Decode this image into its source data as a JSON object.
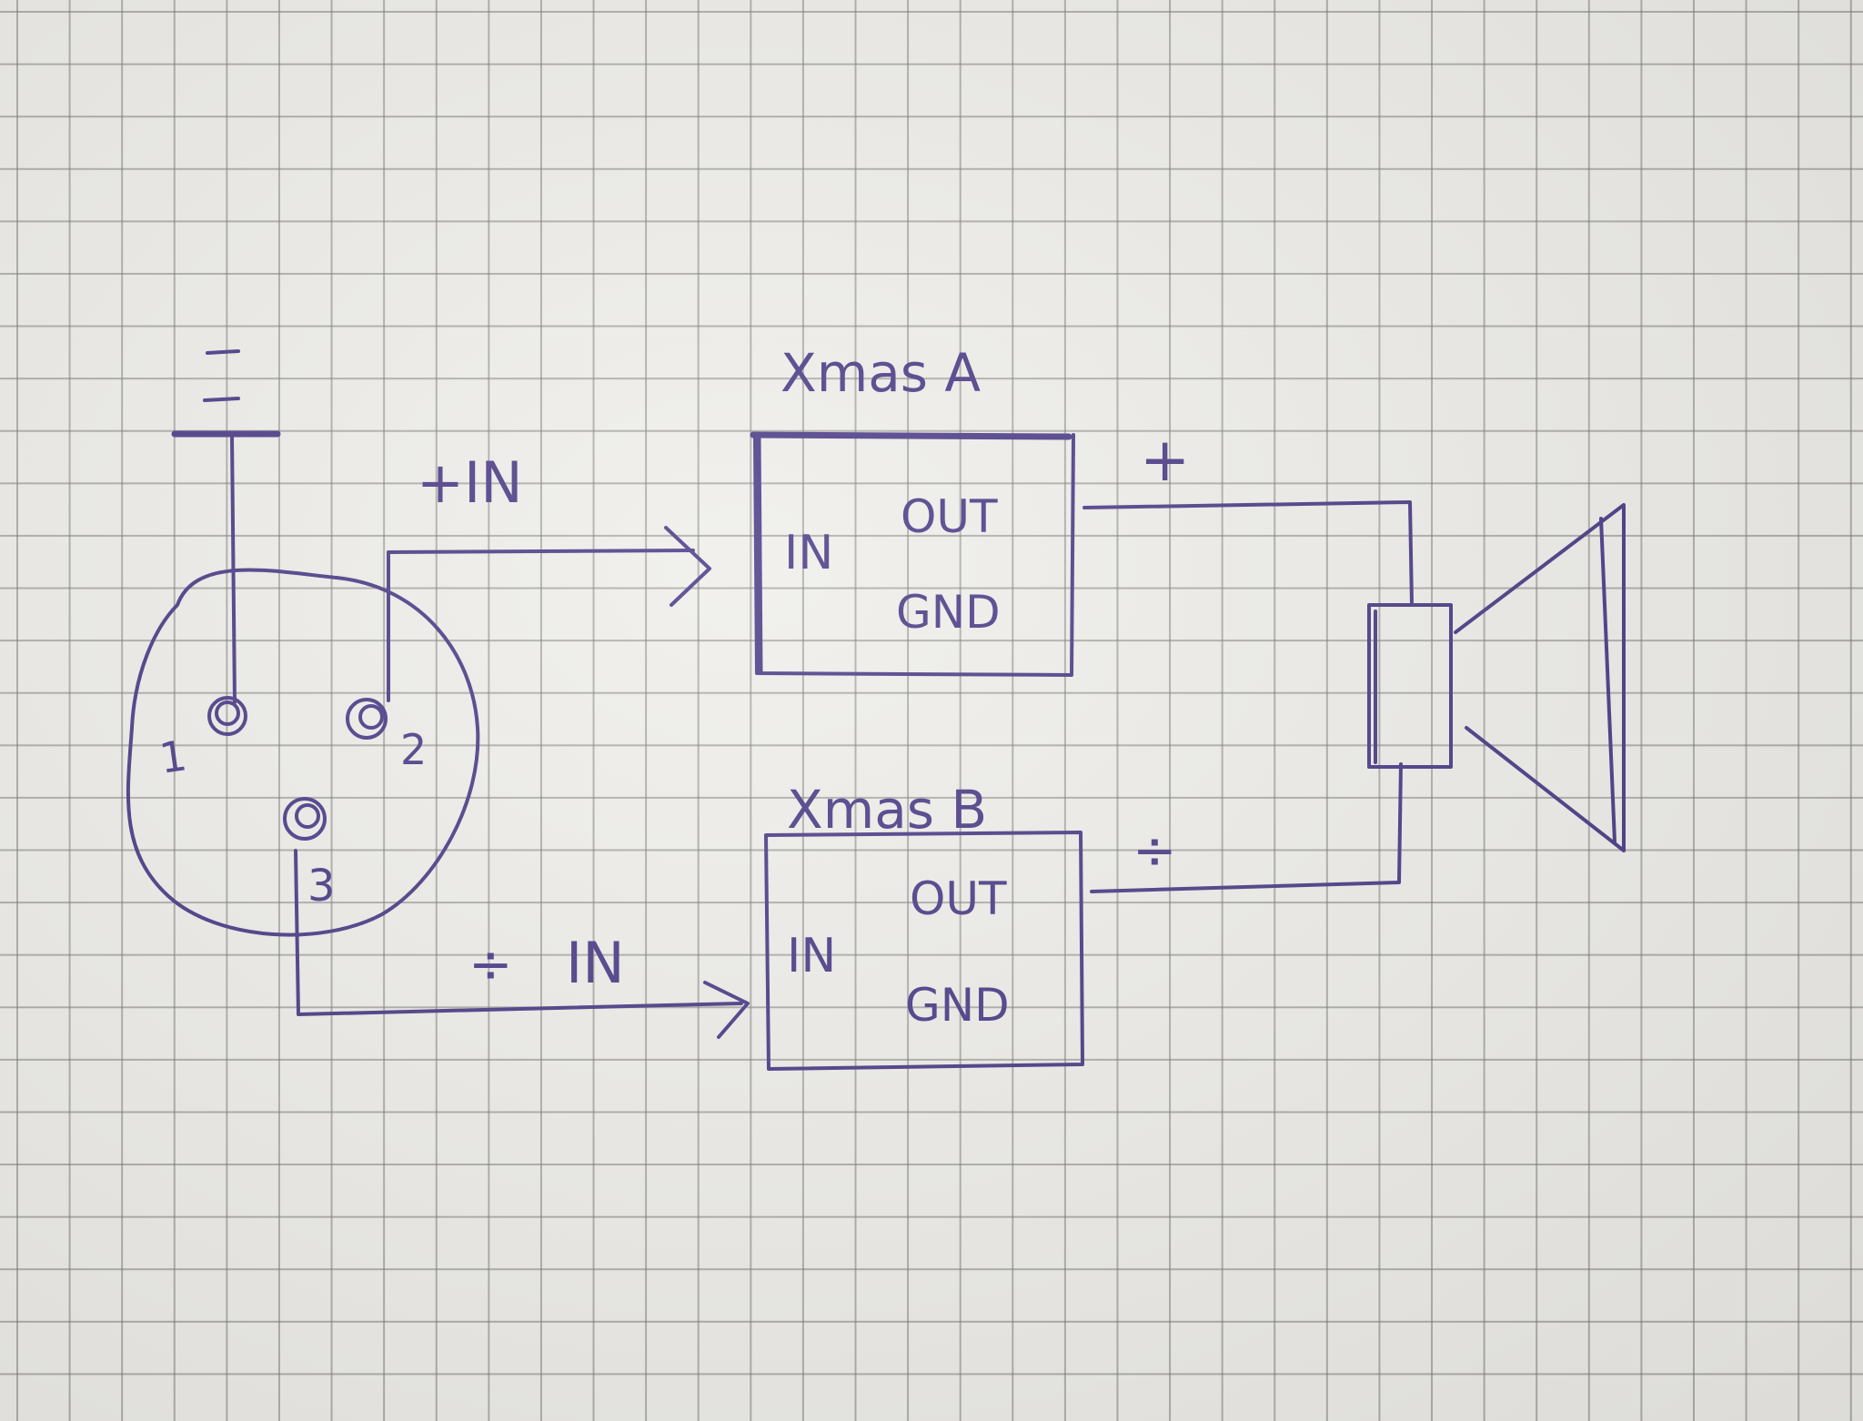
{
  "diagram": {
    "ink_color": "#4a3a86",
    "paper_color": "#efeeea",
    "grid_color": "#8a8a85",
    "ground_symbol_top": "=",
    "connector": {
      "pin1": "1",
      "pin2": "2",
      "pin3": "3"
    },
    "signal_plus": "+IN",
    "signal_minus_prefix": "÷",
    "signal_minus": "IN",
    "block_a": {
      "title": "Xmas A",
      "in_label": "IN",
      "out_label": "OUT",
      "gnd_label": "GND"
    },
    "block_b": {
      "title": "Xmas B",
      "in_label": "IN",
      "out_label": "OUT",
      "gnd_label": "GND"
    },
    "speaker_plus": "+",
    "speaker_minus": "÷"
  }
}
